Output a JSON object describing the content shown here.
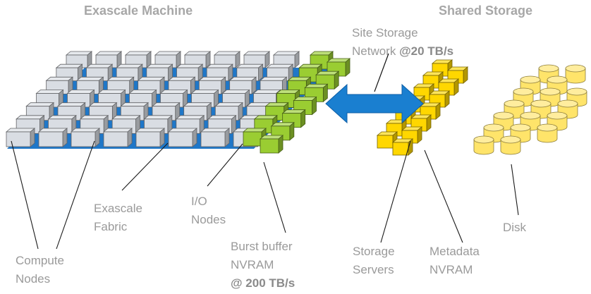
{
  "titles": {
    "machine": "Exascale Machine",
    "storage": "Shared Storage"
  },
  "labels": {
    "network_line1": "Site Storage",
    "network_line2_prefix": "Network ",
    "network_line2_bold": "@20 TB/s",
    "fabric_line1": "Exascale",
    "fabric_line2": "Fabric",
    "io_line1": "I/O",
    "io_line2": "Nodes",
    "compute_line1": "Compute",
    "compute_line2": "Nodes",
    "burst_line1": "Burst buffer",
    "burst_line2": "NVRAM",
    "burst_line3": "@ 200 TB/s",
    "storage_servers_line1": "Storage",
    "storage_servers_line2": "Servers",
    "metadata_line1": "Metadata",
    "metadata_line2": "NVRAM",
    "disk": "Disk"
  },
  "colors": {
    "fabric": "#1f77c8",
    "compute_node": "#d9dde3",
    "io_node": "#9acd32",
    "storage_server": "#ffd700",
    "disk": "#ffe46a",
    "arrow": "#1a7fd0",
    "label": "#9a9a9a"
  }
}
